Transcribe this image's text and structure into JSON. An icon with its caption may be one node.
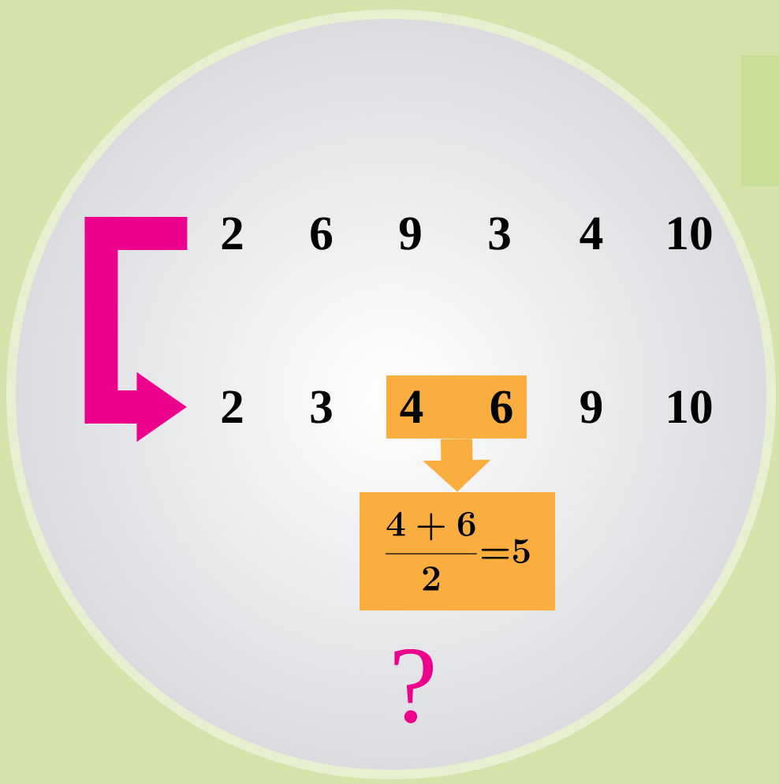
{
  "diagram": {
    "nodes": [
      {
        "text": [
          "2",
          "6",
          "9",
          "3",
          "4",
          "10"
        ]
      },
      {
        "text": [
          "2",
          "3"
        ]
      },
      {
        "text": [
          "4",
          "6"
        ]
      },
      {
        "text": [
          "\\frac{4+6}{2}{=}5"
        ]
      }
    ],
    "edges": [
      {
        "from": 0,
        "to": 1,
        "arrow": "to",
        "color": "#ec008c"
      },
      {
        "from": 2,
        "to": 3,
        "arrow": "to",
        "color": "#fbae40"
      }
    ],
    "labels": [
      "9",
      "10",
      "?"
    ]
  }
}
